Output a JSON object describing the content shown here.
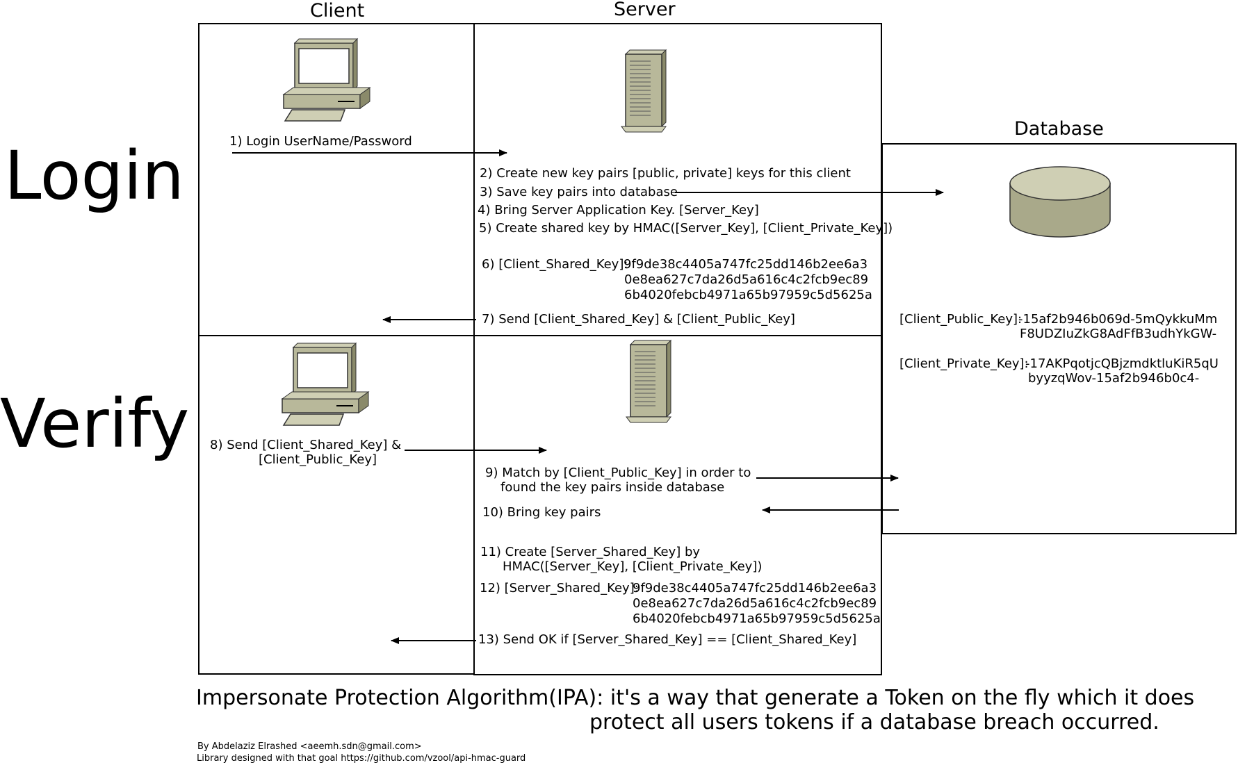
{
  "headers": {
    "client": "Client",
    "server": "Server",
    "database": "Database"
  },
  "phases": {
    "login": "Login",
    "verify": "Verify"
  },
  "login": {
    "step1": "1) Login UserName/Password",
    "step2": "2) Create new key pairs [public, private] keys for this client",
    "step3": "3) Save key pairs into database",
    "step4": "4) Bring Server Application Key. [Server_Key]",
    "step5": "5) Create shared key by HMAC([Server_Key], [Client_Private_Key])",
    "step6_label": "6) [Client_Shared_Key]:",
    "step6_value_lines": [
      "9f9de38c4405a747fc25dd146b2ee6a3",
      "0e8ea627c7da26d5a616c4c2fcb9ec89",
      "6b4020febcb4971a65b97959c5d5625a"
    ],
    "step7": "7) Send [Client_Shared_Key] & [Client_Public_Key]"
  },
  "database": {
    "public_key_label": "[Client_Public_Key]:",
    "public_key_lines": [
      "-15af2b946b069d-5mQykkuMm",
      "F8UDZIuZkG8AdFfB3udhYkGW-"
    ],
    "private_key_label": "[Client_Private_Key]:",
    "private_key_lines": [
      "-17AKPqotjcQBjzmdktluKiR5qU",
      "byyzqWov-15af2b946b0c4-"
    ]
  },
  "verify": {
    "step8_lines": [
      "8) Send [Client_Shared_Key] &",
      "[Client_Public_Key]"
    ],
    "step9_lines": [
      "9) Match by [Client_Public_Key] in order to",
      "found the key pairs inside database"
    ],
    "step10": "10) Bring key pairs",
    "step11_lines": [
      "11) Create [Server_Shared_Key] by",
      "HMAC([Server_Key], [Client_Private_Key])"
    ],
    "step12_label": "12) [Server_Shared_Key]:",
    "step12_value_lines": [
      "9f9de38c4405a747fc25dd146b2ee6a3",
      "0e8ea627c7da26d5a616c4c2fcb9ec89",
      "6b4020febcb4971a65b97959c5d5625a"
    ],
    "step13": "13) Send OK if [Server_Shared_Key] == [Client_Shared_Key]"
  },
  "caption": {
    "line1": "Impersonate Protection Algorithm(IPA): it's a way that generate a Token on the fly which it does",
    "line2": "protect all users tokens if a database breach occurred."
  },
  "footer": {
    "author": "By Abdelaziz Elrashed <aeemh.sdn@gmail.com>",
    "library": "Library designed with that goal https://github.com/vzool/api-hmac-guard"
  },
  "colors": {
    "device_fill": "#b8b89a",
    "device_dark": "#8a8a6a",
    "line": "#000000"
  }
}
